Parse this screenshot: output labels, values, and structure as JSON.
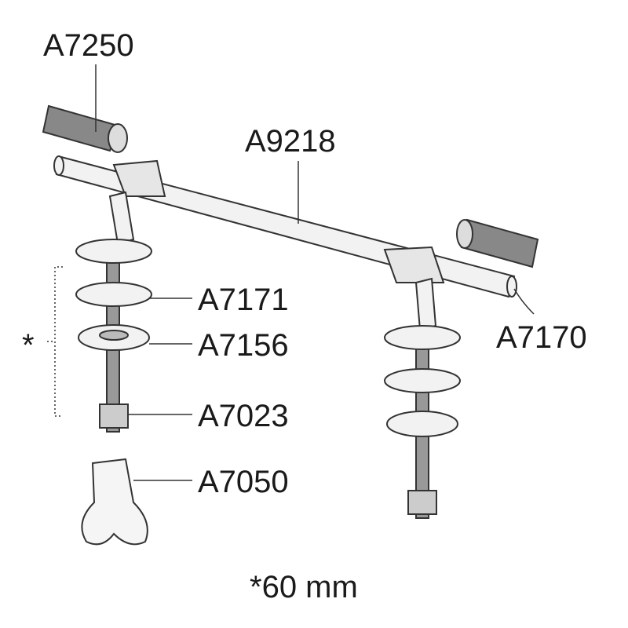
{
  "parts": {
    "cap": "A7250",
    "rod": "A9218",
    "washer": "A7171",
    "flange_washer": "A7156",
    "rod_end": "A7170",
    "nut": "A7023",
    "wrench": "A7050"
  },
  "note_marker": "*",
  "footnote": "*60 mm"
}
